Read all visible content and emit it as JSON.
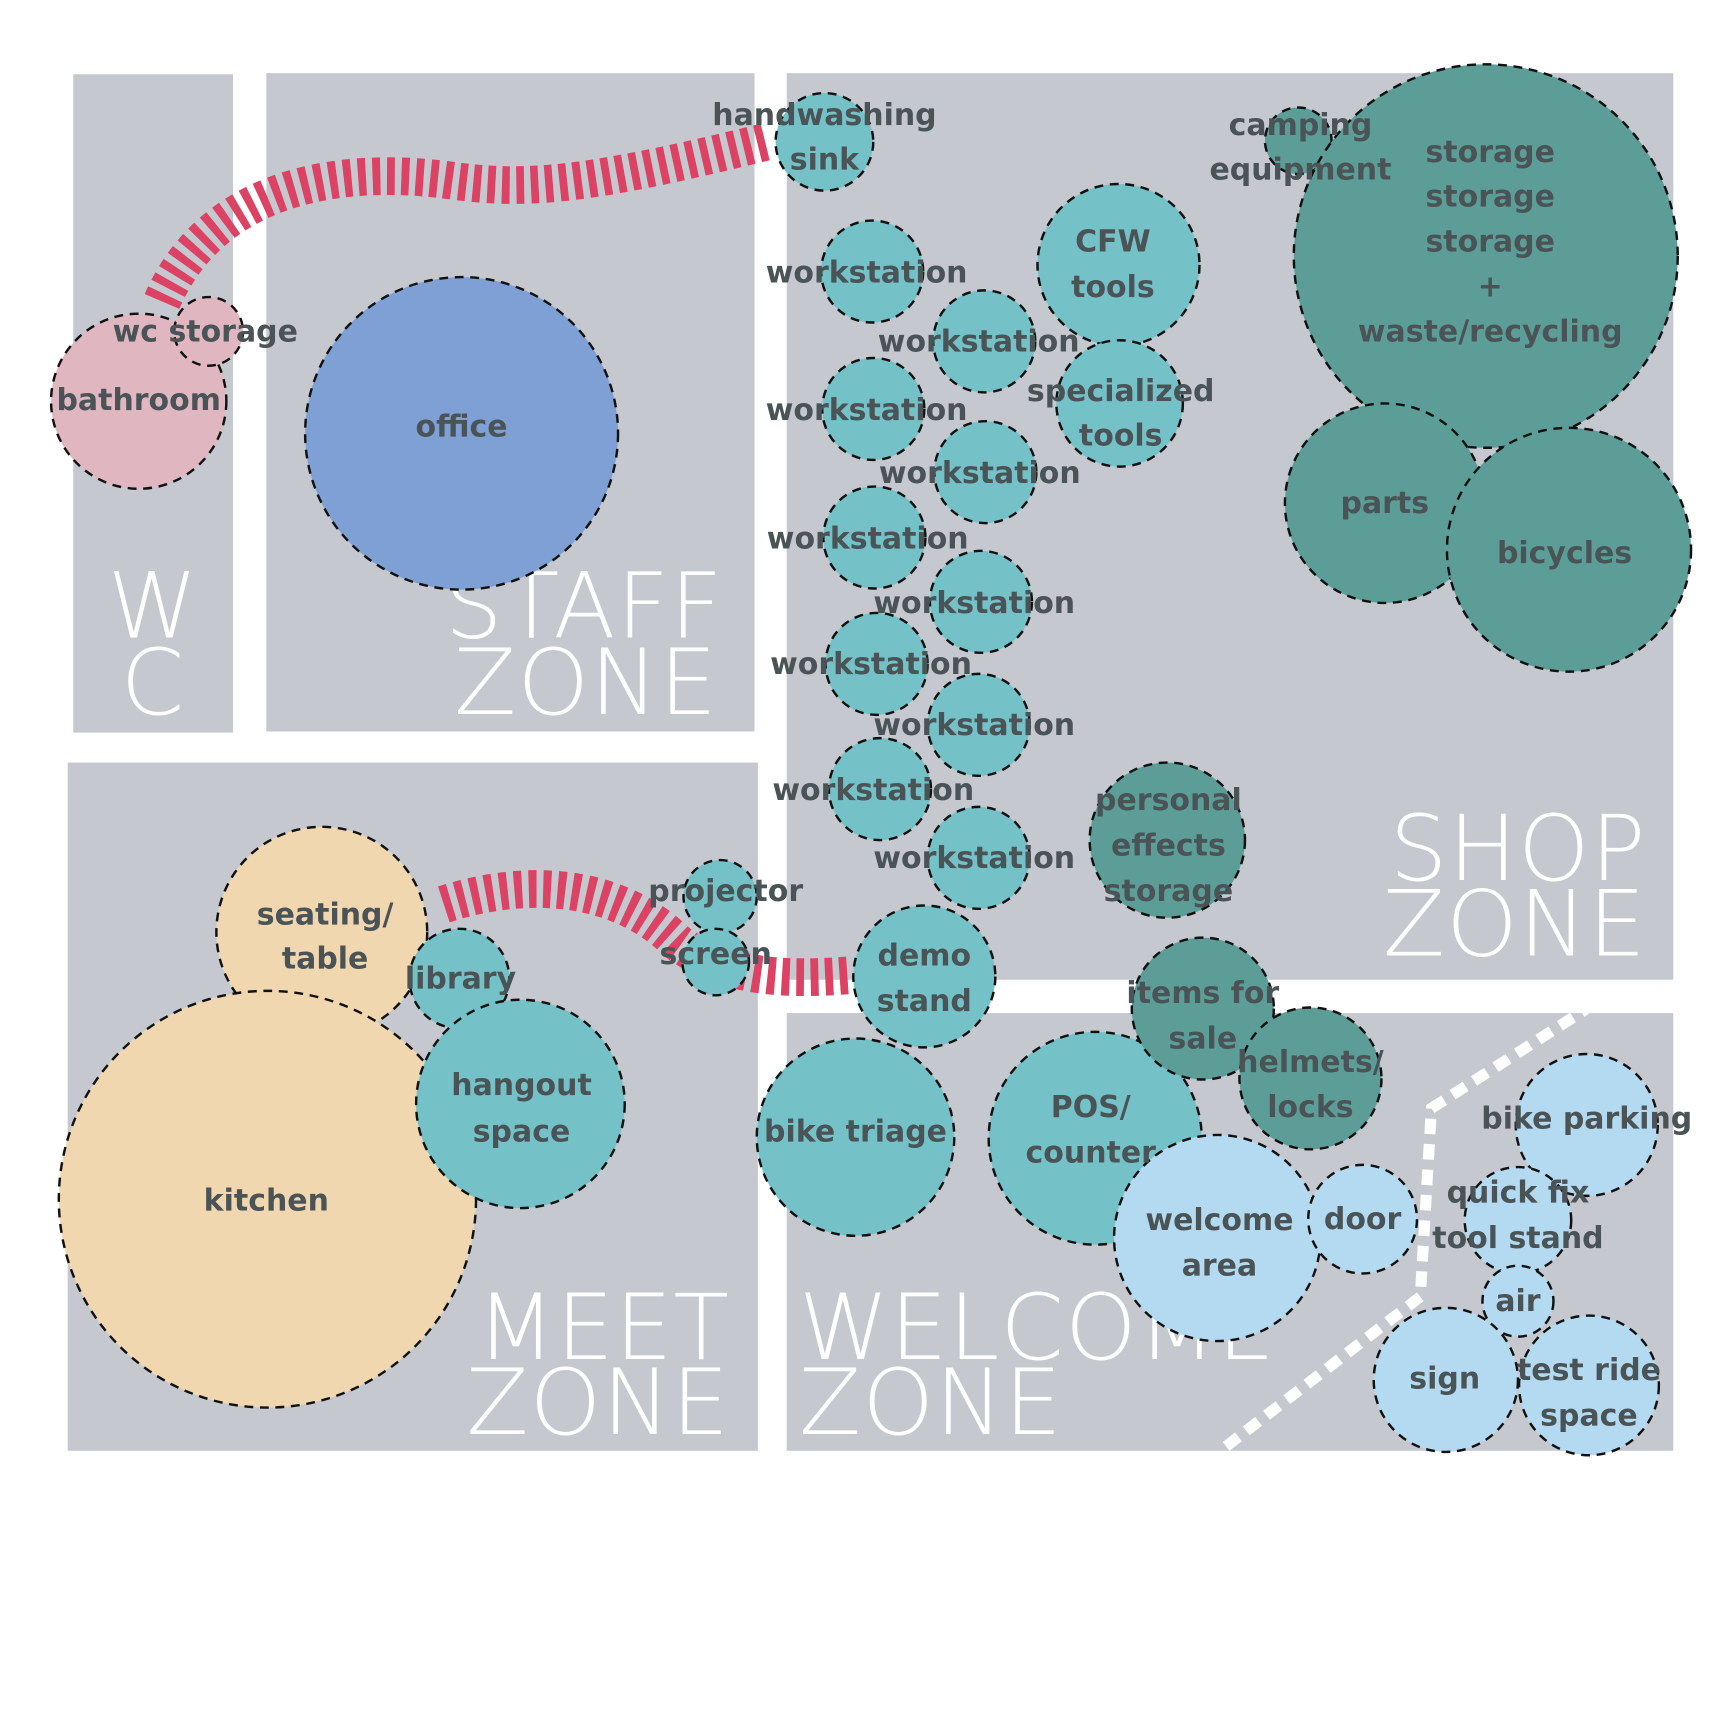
{
  "title": "Bike shop space adjacency diagram",
  "colors": {
    "zone_bg": "#c5c9cf",
    "wc": "#e0b7c1",
    "staff": "#7fa0d4",
    "meet_warm": "#f0d7b0",
    "shop_light": "#74c2c7",
    "shop_dark": "#5c9e97",
    "welcome": "#b3daf0",
    "flow_line": "#dc4264",
    "label_text": "#4a5356"
  },
  "zones": [
    {
      "id": "wc",
      "lines": [
        "W",
        "C"
      ]
    },
    {
      "id": "staff",
      "lines": [
        "STAFF",
        "ZONE"
      ]
    },
    {
      "id": "shop",
      "lines": [
        "SHOP",
        "ZONE"
      ]
    },
    {
      "id": "meet",
      "lines": [
        "MEET",
        "ZONE"
      ]
    },
    {
      "id": "welcome",
      "lines": [
        "WELCOME",
        "ZONE"
      ]
    }
  ],
  "spaces": [
    {
      "id": "bathroom",
      "zone": "wc",
      "color": "wc",
      "lines": [
        "bathroom"
      ]
    },
    {
      "id": "wc-storage",
      "zone": "wc",
      "color": "wc",
      "lines": [
        "wc storage"
      ]
    },
    {
      "id": "office",
      "zone": "staff",
      "color": "staff",
      "lines": [
        "office"
      ]
    },
    {
      "id": "handwashing-sink",
      "zone": "shop",
      "color": "shop_light",
      "lines": [
        "handwashing",
        "sink"
      ]
    },
    {
      "id": "workstation-1",
      "zone": "shop",
      "color": "shop_light",
      "lines": [
        "workstation"
      ]
    },
    {
      "id": "workstation-2",
      "zone": "shop",
      "color": "shop_light",
      "lines": [
        "workstation"
      ]
    },
    {
      "id": "workstation-3",
      "zone": "shop",
      "color": "shop_light",
      "lines": [
        "workstation"
      ]
    },
    {
      "id": "workstation-4",
      "zone": "shop",
      "color": "shop_light",
      "lines": [
        "workstation"
      ]
    },
    {
      "id": "workstation-5",
      "zone": "shop",
      "color": "shop_light",
      "lines": [
        "workstation"
      ]
    },
    {
      "id": "workstation-6",
      "zone": "shop",
      "color": "shop_light",
      "lines": [
        "workstation"
      ]
    },
    {
      "id": "workstation-7",
      "zone": "shop",
      "color": "shop_light",
      "lines": [
        "workstation"
      ]
    },
    {
      "id": "workstation-8",
      "zone": "shop",
      "color": "shop_light",
      "lines": [
        "workstation"
      ]
    },
    {
      "id": "workstation-9",
      "zone": "shop",
      "color": "shop_light",
      "lines": [
        "workstation"
      ]
    },
    {
      "id": "workstation-10",
      "zone": "shop",
      "color": "shop_light",
      "lines": [
        "workstation"
      ]
    },
    {
      "id": "cfw-tools",
      "zone": "shop",
      "color": "shop_light",
      "lines": [
        "CFW",
        "tools"
      ]
    },
    {
      "id": "specialized-tools",
      "zone": "shop",
      "color": "shop_light",
      "lines": [
        "specialized",
        "tools"
      ]
    },
    {
      "id": "camping-equipment",
      "zone": "shop",
      "color": "shop_dark",
      "lines": [
        "camping",
        "equipment"
      ]
    },
    {
      "id": "storage",
      "zone": "shop",
      "color": "shop_dark",
      "lines": [
        "storage",
        "storage",
        "storage",
        "+",
        "waste/recycling"
      ]
    },
    {
      "id": "parts",
      "zone": "shop",
      "color": "shop_dark",
      "lines": [
        "parts"
      ]
    },
    {
      "id": "bicycles",
      "zone": "shop",
      "color": "shop_dark",
      "lines": [
        "bicycles"
      ]
    },
    {
      "id": "personal-effects-storage",
      "zone": "shop",
      "color": "shop_dark",
      "lines": [
        "personal",
        "effects",
        "storage"
      ]
    },
    {
      "id": "demo-stand",
      "zone": "shop",
      "color": "shop_light",
      "lines": [
        "demo",
        "stand"
      ]
    },
    {
      "id": "seating-table",
      "zone": "meet",
      "color": "meet_warm",
      "lines": [
        "seating/",
        "table"
      ]
    },
    {
      "id": "kitchen",
      "zone": "meet",
      "color": "meet_warm",
      "lines": [
        "kitchen"
      ]
    },
    {
      "id": "library",
      "zone": "meet",
      "color": "shop_light",
      "lines": [
        "library"
      ]
    },
    {
      "id": "hangout-space",
      "zone": "meet",
      "color": "shop_light",
      "lines": [
        "hangout",
        "space"
      ]
    },
    {
      "id": "projector",
      "zone": "meet",
      "color": "shop_light",
      "lines": [
        "projector"
      ]
    },
    {
      "id": "screen",
      "zone": "meet",
      "color": "shop_light",
      "lines": [
        "screen"
      ]
    },
    {
      "id": "bike-triage",
      "zone": "welcome",
      "color": "shop_light",
      "lines": [
        "bike triage"
      ]
    },
    {
      "id": "pos-counter",
      "zone": "welcome",
      "color": "shop_light",
      "lines": [
        "POS/",
        "counter"
      ]
    },
    {
      "id": "items-for-sale",
      "zone": "welcome",
      "color": "shop_dark",
      "lines": [
        "items for",
        "sale"
      ]
    },
    {
      "id": "helmets-locks",
      "zone": "welcome",
      "color": "shop_dark",
      "lines": [
        "helmets/",
        "locks"
      ]
    },
    {
      "id": "welcome-area",
      "zone": "welcome",
      "color": "welcome",
      "lines": [
        "welcome",
        "area"
      ]
    },
    {
      "id": "door",
      "zone": "welcome",
      "color": "welcome",
      "lines": [
        "door"
      ]
    },
    {
      "id": "bike-parking",
      "zone": "welcome",
      "color": "welcome",
      "lines": [
        "bike parking"
      ]
    },
    {
      "id": "quick-fix-tool-stand",
      "zone": "welcome",
      "color": "welcome",
      "lines": [
        "quick fix",
        "tool stand"
      ]
    },
    {
      "id": "air",
      "zone": "welcome",
      "color": "welcome",
      "lines": [
        "air"
      ]
    },
    {
      "id": "sign",
      "zone": "welcome",
      "color": "welcome",
      "lines": [
        "sign"
      ]
    },
    {
      "id": "test-ride-space",
      "zone": "welcome",
      "color": "welcome",
      "lines": [
        "test ride",
        "space"
      ]
    }
  ],
  "connections": [
    {
      "id": "wc-to-handwashing",
      "from": "wc-storage",
      "to": "handwashing-sink"
    },
    {
      "id": "seating-to-demo",
      "from": "seating-table",
      "to": "demo-stand"
    }
  ]
}
